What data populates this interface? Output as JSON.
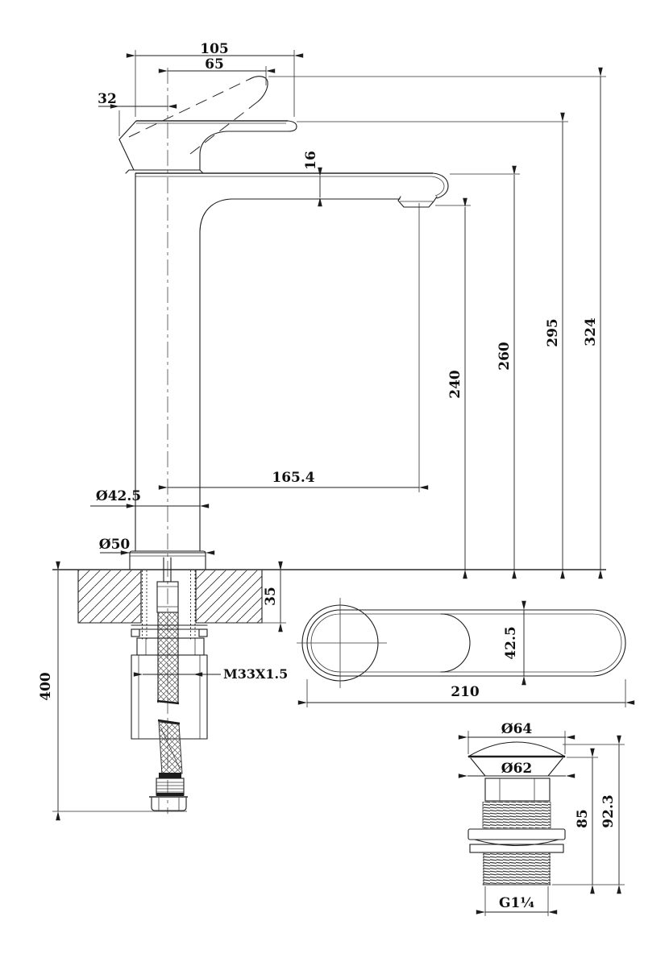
{
  "front_view": {
    "labels": {
      "top_width": "105",
      "handle_top_width": "65",
      "handle_back_offset": "32",
      "spout_drop": "16",
      "spout_outlet_height": "240",
      "body_top_height": "260",
      "handle_rest_height": "295",
      "overall_height": "324",
      "spout_reach": "165.4",
      "body_diameter": "Ø42.5",
      "base_diameter": "Ø50",
      "deck_thickness": "35",
      "hose_length": "400",
      "shank_thread": "M33X1.5"
    }
  },
  "top_view": {
    "labels": {
      "body_width": "42.5",
      "overall_length": "210"
    }
  },
  "drain_view": {
    "labels": {
      "cap_diameter": "Ø64",
      "cap_base_diameter": "Ø62",
      "thread_height": "85",
      "overall_height": "92.3",
      "outlet_thread": "G1¼"
    }
  }
}
